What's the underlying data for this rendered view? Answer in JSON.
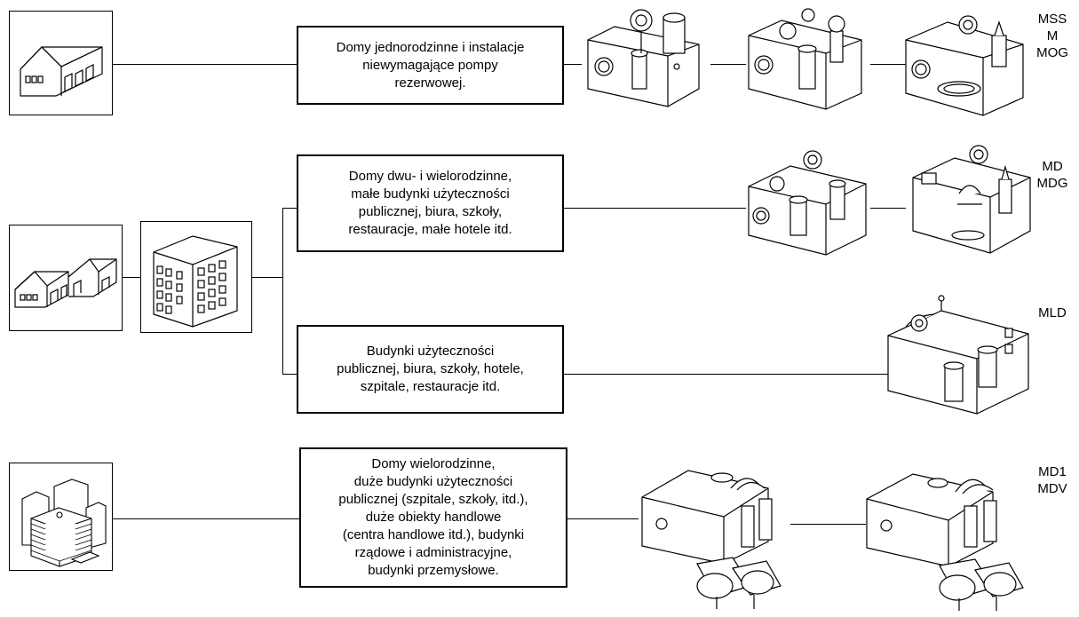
{
  "rows": [
    {
      "description": [
        "Domy jednorodzinne i instalacje",
        "niewymagające pompy",
        "rezerwowej."
      ],
      "models": [
        "MSS",
        "M",
        "MOG"
      ]
    },
    {
      "description": [
        "Domy dwu- i wielorodzinne,",
        "małe budynki użyteczności",
        "publicznej, biura, szkoły,",
        "restauracje, małe hotele itd."
      ],
      "models": [
        "MD",
        "MDG"
      ]
    },
    {
      "description": [
        "Budynki użyteczności",
        "publicznej, biura, szkoły, hotele,",
        "szpitale, restauracje itd."
      ],
      "models": [
        "MLD"
      ]
    },
    {
      "description": [
        "Domy wielorodzinne,",
        "duże budynki użyteczności",
        "publicznej (szpitale, szkoły, itd.),",
        "duże obiekty handlowe",
        "(centra handlowe itd.), budynki",
        "rządowe i administracyjne,",
        "budynki przemysłowe."
      ],
      "models": [
        "MD1",
        "MDV"
      ]
    }
  ],
  "icons": {
    "single_house": "single-house-icon",
    "two_houses": "two-houses-icon",
    "apartment_block": "apartment-block-icon",
    "commercial_complex": "commercial-complex-icon",
    "single_pump_unit": "single-pump-lifting-station-icon",
    "twin_pump_unit": "twin-pump-lifting-station-icon",
    "large_pump_unit": "large-twin-pump-lifting-station-icon"
  }
}
